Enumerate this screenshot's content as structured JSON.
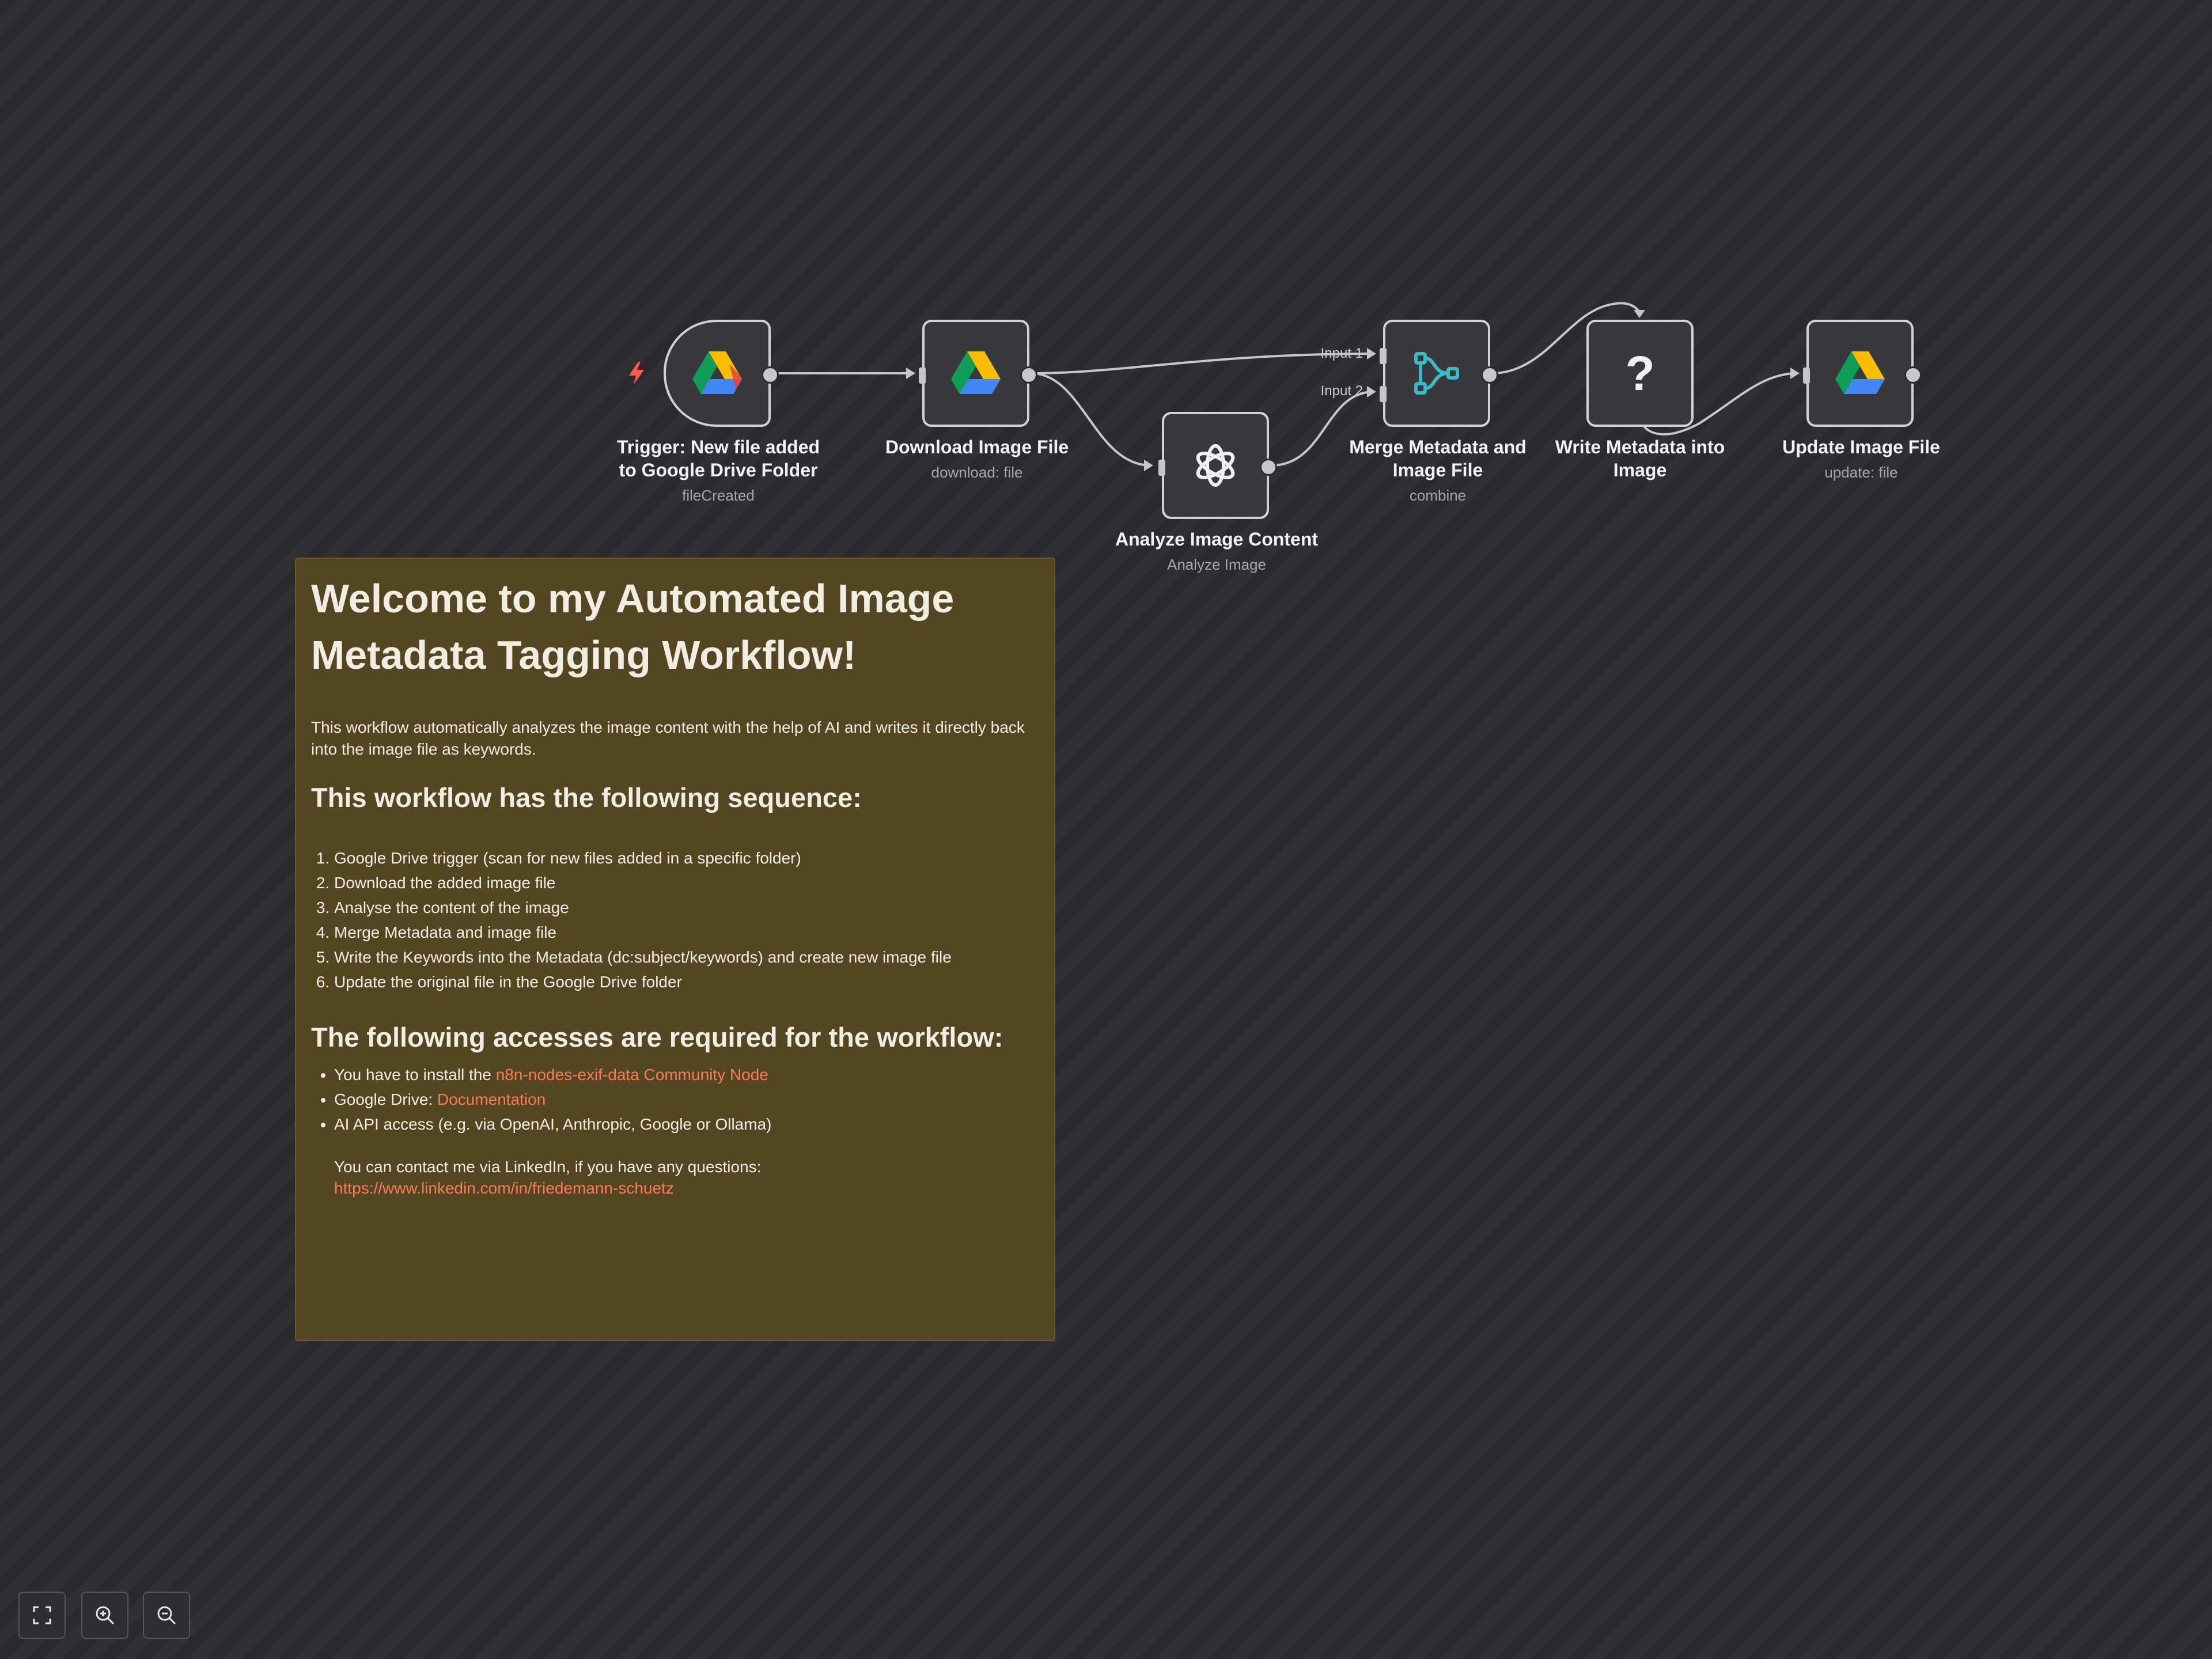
{
  "nodes": {
    "trigger": {
      "title_line1": "Trigger: New file added",
      "title_line2": "to Google Drive Folder",
      "subtitle": "fileCreated",
      "icon": "google-drive-icon"
    },
    "download": {
      "title": "Download Image File",
      "subtitle": "download: file",
      "icon": "google-drive-icon"
    },
    "analyze": {
      "title": "Analyze Image Content",
      "subtitle": "Analyze Image",
      "icon": "openai-icon"
    },
    "merge": {
      "title_line1": "Merge Metadata and",
      "title_line2": "Image File",
      "subtitle": "combine",
      "icon": "merge-icon",
      "input1": "Input 1",
      "input2": "Input 2"
    },
    "write": {
      "title_line1": "Write Metadata into",
      "title_line2": "Image",
      "icon_text": "?",
      "icon": "unknown-node-icon"
    },
    "update": {
      "title": "Update Image File",
      "subtitle": "update: file",
      "icon": "google-drive-icon"
    }
  },
  "note": {
    "title": "Welcome to my Automated Image Metadata Tagging Workflow!",
    "intro": "This workflow automatically analyzes the image content with the help of AI and writes it directly back into the image file as keywords.",
    "sequence_heading": "This workflow has the following sequence:",
    "steps": [
      "Google Drive trigger (scan for new files added in a specific folder)",
      "Download the added image file",
      "Analyse the content of the image",
      "Merge Metadata and image file",
      "Write the Keywords into the Metadata (dc:subject/keywords) and create new image file",
      "Update the original file in the Google Drive folder"
    ],
    "access_heading": "The following accesses are required for the workflow:",
    "access": {
      "item1_prefix": "You have to install the ",
      "item1_link": "n8n-nodes-exif-data Community Node",
      "item2_prefix": "Google Drive: ",
      "item2_link": "Documentation",
      "item3": "AI API access (e.g. via OpenAI, Anthropic, Google or Ollama)"
    },
    "contact_text": "You can contact me via LinkedIn, if you have any questions:",
    "contact_link": "https://www.linkedin.com/in/friedemann-schuetz"
  },
  "colors": {
    "accent_link": "#ff7a59",
    "note_bg": "#544523",
    "canvas_bg": "#2c2c2f",
    "trigger_bolt": "#ff5a4e",
    "merge_icon": "#3fb8c8"
  },
  "controls": [
    {
      "name": "fit-view",
      "icon": "fullscreen-icon"
    },
    {
      "name": "zoom-in",
      "icon": "zoom-in-icon"
    },
    {
      "name": "zoom-out",
      "icon": "zoom-out-icon"
    }
  ]
}
